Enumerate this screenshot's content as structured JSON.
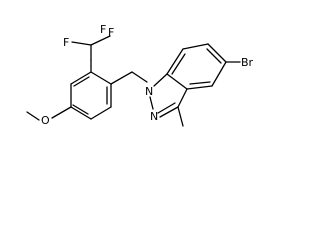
{
  "molecule": {
    "labels": {
      "fluorine_top_left": "F",
      "fluorine_top_right": "F",
      "fluorine_left": "F",
      "oxygen": "O",
      "bromine": "Br",
      "nitrogen_1": "N",
      "nitrogen_2": "N"
    }
  }
}
